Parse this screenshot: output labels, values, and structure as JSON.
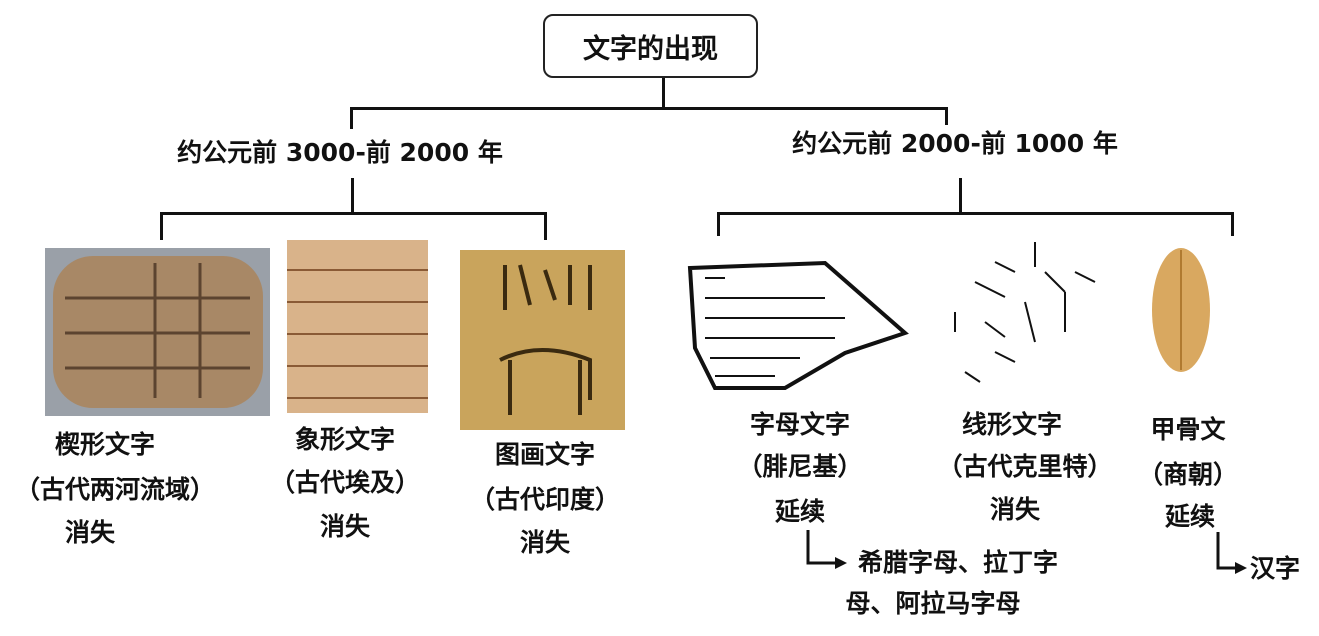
{
  "title": "文字的出现",
  "periods": [
    {
      "label": "约公元前 3000-前 2000 年"
    },
    {
      "label": "约公元前 2000-前 1000 年"
    }
  ],
  "scripts": [
    {
      "name": "楔形文字",
      "region": "（古代两河流域）",
      "fate": "消失",
      "image": "cuneiform-tablet"
    },
    {
      "name": "象形文字",
      "region": "（古代埃及）",
      "fate": "消失",
      "image": "hieroglyph-stone"
    },
    {
      "name": "图画文字",
      "region": "（古代印度）",
      "fate": "消失",
      "image": "indus-seal"
    },
    {
      "name": "字母文字",
      "region": "（腓尼基）",
      "fate": "延续",
      "image": "phoenician-inscription",
      "successor_line1": "希腊字母、拉丁字",
      "successor_line2": "母、阿拉马字母"
    },
    {
      "name": "线形文字",
      "region": "（古代克里特）",
      "fate": "消失",
      "image": "linear-script-disc"
    },
    {
      "name": "甲骨文",
      "region": "（商朝）",
      "fate": "延续",
      "image": "oracle-bone",
      "successor_line1": "汉字"
    }
  ]
}
